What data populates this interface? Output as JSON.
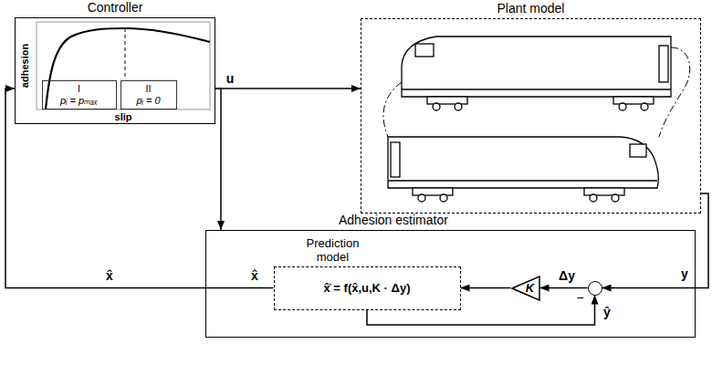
{
  "diagram": {
    "nodes": [
      {
        "text": [
          "Controller"
        ]
      },
      {
        "text": [
          "I",
          "pᵢ = pₘₐₓ"
        ],
        "in": 0
      },
      {
        "text": [
          "II",
          "pᵢ = 0"
        ],
        "in": 0
      },
      {
        "text": [
          "Plant model"
        ]
      },
      {
        "text": [
          "Adhesion estimator"
        ]
      },
      {
        "text": [
          "Prediction model",
          "x̂̇ = f(x̂,u,K · Δy)"
        ],
        "in": 4
      },
      {
        "text": [
          "K"
        ],
        "in": 4
      },
      {
        "text": [
          "−"
        ],
        "in": 4
      }
    ],
    "edges": [
      {
        "from": 0,
        "to": 3,
        "label": "u",
        "arrow": "to"
      },
      {
        "from": 0,
        "to": 4,
        "arrow": "to"
      },
      {
        "from": 5,
        "to": 0,
        "label": "x̂",
        "arrow": "to"
      },
      {
        "from": 3,
        "to": 7,
        "label": "y",
        "arrow": "to"
      },
      {
        "from": 7,
        "to": 6,
        "label": "Δy",
        "arrow": "to"
      },
      {
        "from": 6,
        "to": 5,
        "arrow": "to"
      },
      {
        "from": 5,
        "to": 7,
        "label": "ŷ",
        "arrow": "to"
      }
    ],
    "labels": [
      "adhesion",
      "slip",
      "x̂"
    ]
  }
}
